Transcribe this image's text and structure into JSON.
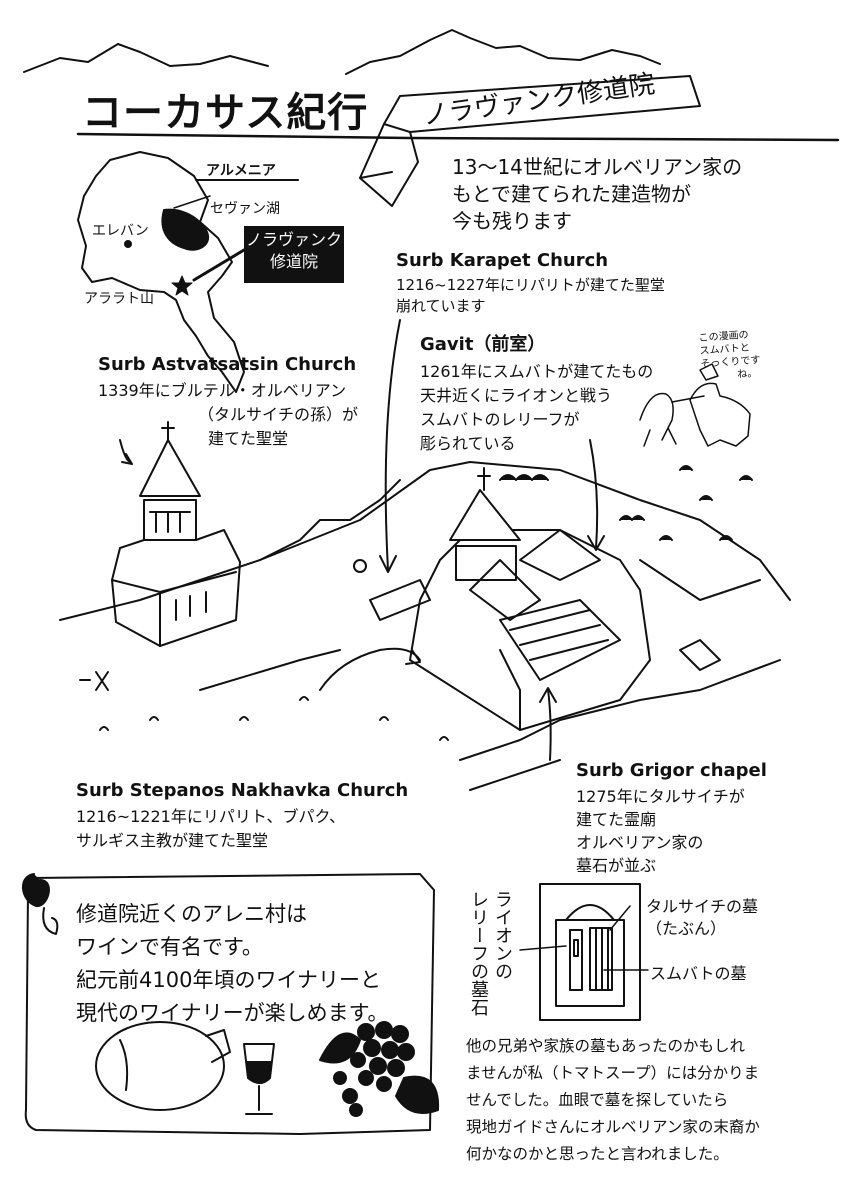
{
  "header": {
    "title": "コーカサス紀行",
    "ribbon": "ノラヴァンク修道院"
  },
  "intro": [
    "13～14世紀にオルベリアン家の",
    "もとで建てられた建造物が",
    "今も残ります"
  ],
  "map": {
    "country": "アルメニア",
    "lake": "セヴァン湖",
    "capital": "エレバン",
    "mountain": "アララト山",
    "tag": [
      "ノラヴァンク",
      "修道院"
    ]
  },
  "karapet": {
    "name": "Surb Karapet Church",
    "lines": [
      "1216~1227年にリパリトが建てた聖堂",
      "崩れています"
    ]
  },
  "gavit": {
    "name": "Gavit（前室）",
    "lines": [
      "1261年にスムバトが建てたもの",
      "天井近くにライオンと戦う",
      "スムバトのレリーフが",
      "彫られている"
    ]
  },
  "manga_note": [
    "この漫画の",
    "スムバトと",
    "そっくりです",
    "ね。"
  ],
  "astvatsatsin": {
    "name": "Surb Astvatsatsin Church",
    "lines": [
      "1339年にブルテル・オルベリアン",
      "（タルサイチの孫）が",
      "建てた聖堂"
    ]
  },
  "stepanos": {
    "name": "Surb Stepanos Nakhavka Church",
    "lines": [
      "1216~1221年にリパリト、ブパク、",
      "サルギス主教が建てた聖堂"
    ]
  },
  "grigor": {
    "name": "Surb Grigor chapel",
    "lines": [
      "1275年にタルサイチが",
      "建てた霊廟",
      "オルベリアン家の",
      "墓石が並ぶ"
    ]
  },
  "tomb": {
    "vertical": [
      "ライオンの",
      "レリーフの墓石"
    ],
    "tarsaich": [
      "タルサイチの墓",
      "（たぶん）"
    ],
    "smbat": "スムバトの墓"
  },
  "wine_box": [
    "修道院近くのアレニ村は",
    "ワインで有名です。",
    "紀元前4100年頃のワイナリーと",
    "現代のワイナリーが楽しめます。"
  ],
  "bottom_note": [
    "他の兄弟や家族の墓もあったのかもしれ",
    "ませんが私（トマトスープ）には分かりま",
    "せんでした。血眼で墓を探していたら",
    "現地ガイドさんにオルベリアン家の末裔か",
    "何かなのかと思ったと言われました。"
  ]
}
